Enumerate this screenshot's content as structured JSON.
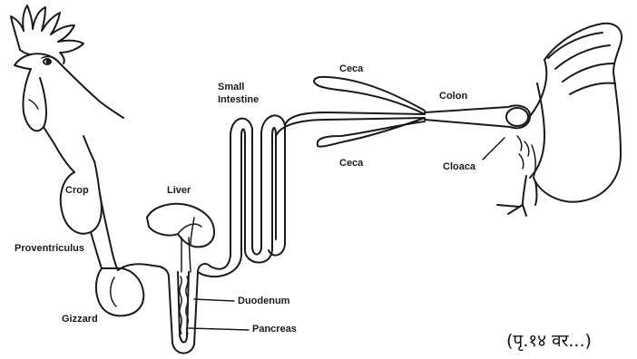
{
  "labels": {
    "ceca_top": "Ceca",
    "ceca_bottom": "Ceca",
    "small_intestine_line1": "Small",
    "small_intestine_line2": "Intestine",
    "colon": "Colon",
    "cloaca": "Cloaca",
    "crop": "Crop",
    "liver": "Liver",
    "proventriculus": "Proventriculus",
    "gizzard": "Gizzard",
    "duodenum": "Duodenum",
    "pancreas": "Pancreas"
  },
  "footnote": "(पृ.१४ वर...)",
  "colors": {
    "ink": "#1a1a1a",
    "background": "#ffffff"
  }
}
